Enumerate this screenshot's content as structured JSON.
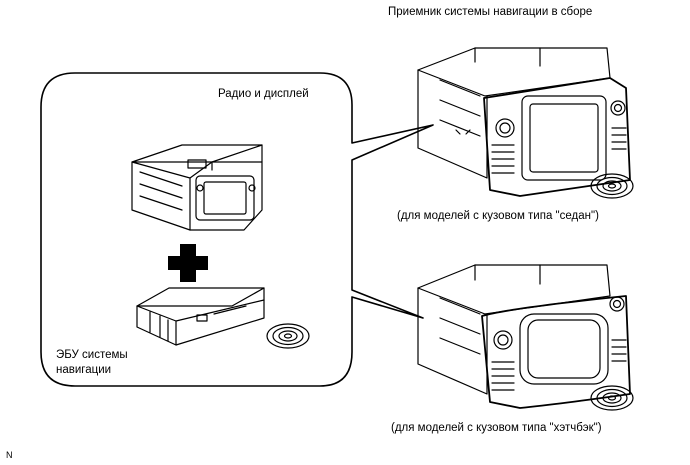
{
  "labels": {
    "assembly_title": "Приемник системы навигации в сборе",
    "radio_display": "Радио и дисплей",
    "ecu_label": "ЭБУ системы\nнавигации",
    "sedan_caption": "(для моделей с кузовом типа \"седан\")",
    "hatchback_caption": "(для моделей с кузовом типа \"хэтчбэк\")",
    "corner_mark": "N"
  }
}
